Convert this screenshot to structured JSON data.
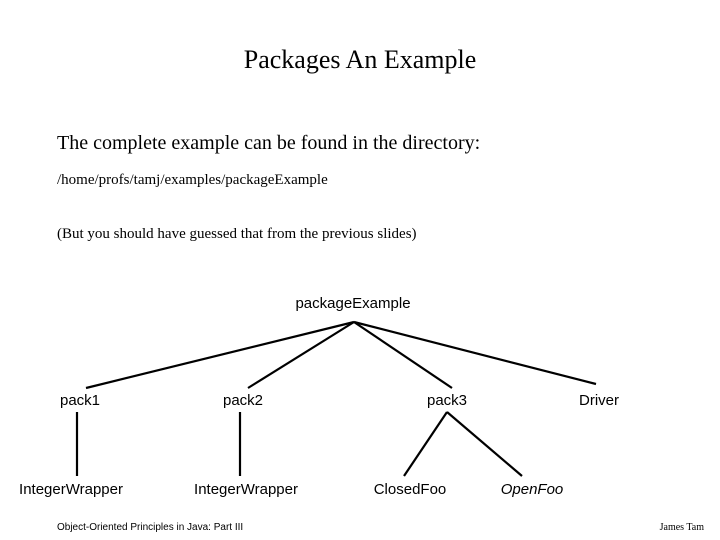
{
  "slide": {
    "title": "Packages An Example",
    "background_color": "#ffffff",
    "text_color": "#000000"
  },
  "body": {
    "intro": "The complete example can be found in the directory:",
    "path": "/home/profs/tamj/examples/packageExample",
    "aside": "(But you should have guessed that from the previous slides)"
  },
  "tree": {
    "root": {
      "label": "packageExample"
    },
    "level2": [
      {
        "label": "pack1"
      },
      {
        "label": "pack2"
      },
      {
        "label": "pack3"
      },
      {
        "label": "Driver"
      }
    ],
    "level3": [
      {
        "label": "IntegerWrapper",
        "parent": "pack1",
        "style": "normal"
      },
      {
        "label": "IntegerWrapper",
        "parent": "pack2",
        "style": "normal"
      },
      {
        "label": "ClosedFoo",
        "parent": "pack3",
        "style": "normal"
      },
      {
        "label": "OpenFoo",
        "parent": "pack3",
        "style": "italic"
      }
    ],
    "line_color": "#000000"
  },
  "footer": {
    "left": "Object-Oriented Principles in Java: Part III",
    "right": "James Tam"
  }
}
